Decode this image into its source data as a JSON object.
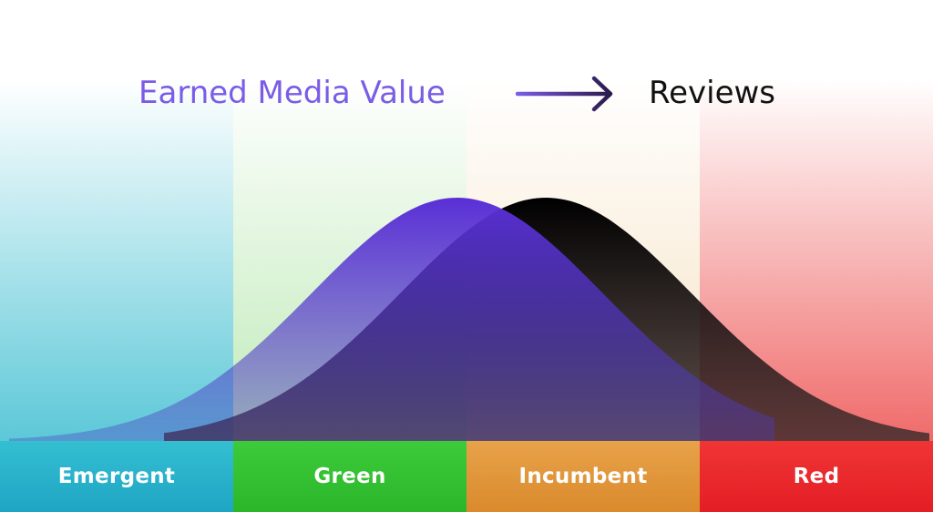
{
  "title": {
    "left_text": "Earned Media Value",
    "right_text": "Reviews",
    "left_color": "#7a5ce6",
    "right_color": "#111111",
    "arrow_icon": "arrow-right-icon",
    "arrow_color": "#2a1a4a"
  },
  "segments": [
    {
      "label": "Emergent",
      "bar_top": "#34bfd1",
      "bar_bottom": "#1ea5c4",
      "column_tint": "#5cc8d8"
    },
    {
      "label": "Green",
      "bar_top": "#3ccb3a",
      "bar_bottom": "#2bb62a",
      "column_tint": "#bfeab8"
    },
    {
      "label": "Incumbent",
      "bar_top": "#e7a24a",
      "bar_bottom": "#db8a2c",
      "column_tint": "#f6e2c2"
    },
    {
      "label": "Red",
      "bar_top": "#f03535",
      "bar_bottom": "#e31e25",
      "column_tint": "#f06a6a"
    }
  ],
  "curves": [
    {
      "name": "reviews-curve",
      "color_top": "#000000",
      "color_bottom": "#3a2a2a",
      "peak_position": 0.585
    },
    {
      "name": "earned-media-value-curve",
      "color_top": "#5a2fd6",
      "color_bottom": "#4a3dbf",
      "peak_position": 0.49
    }
  ]
}
